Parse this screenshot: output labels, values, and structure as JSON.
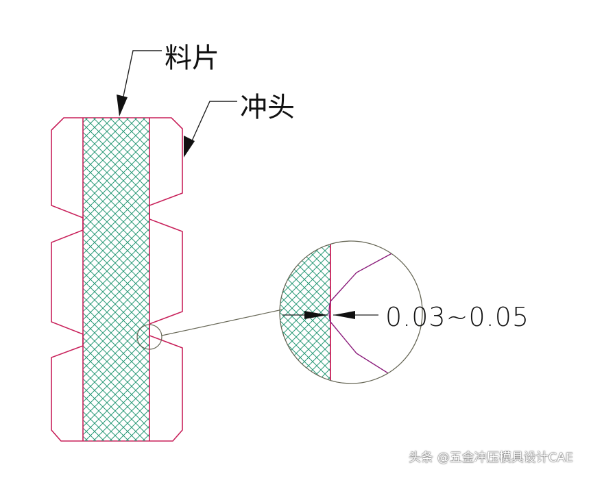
{
  "labels": {
    "strip": "料片",
    "punch": "冲头",
    "clearance": "0.03~0.05"
  },
  "watermark": "头条 @五金冲压模具设计CAE",
  "colors": {
    "outline": "#c8205a",
    "hatch": "#2a9a78",
    "leader": "#222222",
    "circle": "#666655",
    "punch_edge": "#8a1a7a"
  }
}
